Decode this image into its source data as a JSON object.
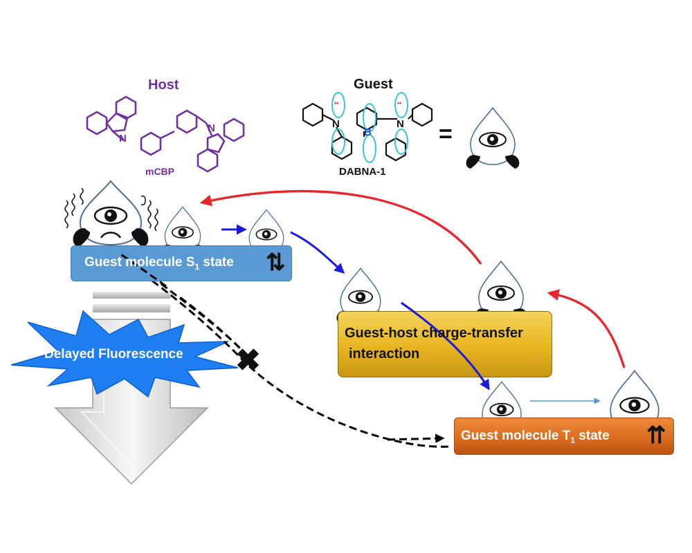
{
  "host": {
    "title": "Host",
    "name": "mCBP"
  },
  "guest": {
    "title": "Guest",
    "name": "DABNA-1",
    "equals": "=",
    "atoms": {
      "n_left": "N",
      "n_right": "N",
      "boron": "B",
      "lone_pairs": "••"
    }
  },
  "states": {
    "s1": {
      "label_prefix": "Guest molecule S",
      "subscript": "1",
      "label_suffix": " state",
      "spin": "⇅"
    },
    "ct": {
      "line1": "Guest-host charge-transfer",
      "line2": "interaction"
    },
    "t1": {
      "label_prefix": "Guest molecule T",
      "subscript": "1",
      "label_suffix": " state",
      "spin": "⇈"
    }
  },
  "delayed_fluorescence": {
    "label": "Delayed Fluorescence"
  },
  "forbidden_marker": "✖",
  "colors": {
    "host": "#7030a0",
    "guest_orbital": "#39c3d6",
    "s1": "#5b9bd5",
    "ct": "#e7b520",
    "t1": "#d96a1e",
    "rise_arrow": "#e8262b",
    "down_arrow": "#1a1adb",
    "burst": "#1f7ef2"
  },
  "icons": [
    "eye-mascot",
    "sad-mascot",
    "vibration-marks",
    "delayed-fluorescence-burst",
    "large-down-arrow",
    "cross-mark"
  ]
}
